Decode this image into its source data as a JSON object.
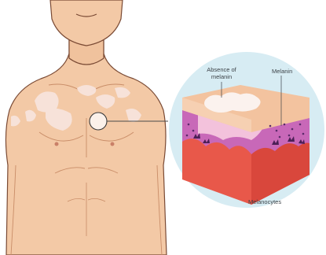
{
  "labels": {
    "absence_line1": "Absence of",
    "absence_line2": "melanin",
    "melanin": "Melanin",
    "melanocytes": "Melanocytes"
  },
  "colors": {
    "skin": "#f3c9a6",
    "skin_shadow": "#e5ad86",
    "outline": "#7a4a34",
    "depigmented_patch": "#f8e4dc",
    "zoom_circle_fill": "#d7ecf3",
    "dermis": "#e8584a",
    "melanin_layer": "#c868b8",
    "melanin_dots": "#5a2a6a"
  }
}
